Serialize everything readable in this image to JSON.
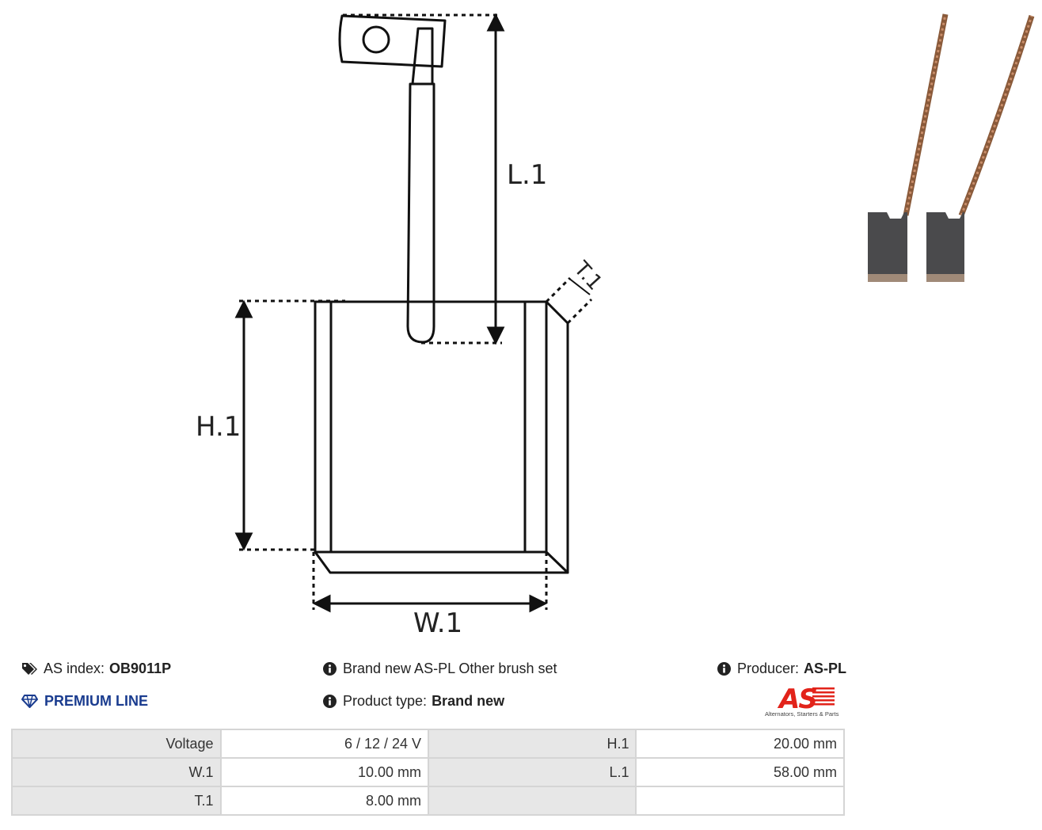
{
  "drawing": {
    "labels": {
      "length": "L.1",
      "height": "H.1",
      "width": "W.1",
      "thickness": "T.1"
    }
  },
  "info": {
    "as_index_label": "AS index:",
    "as_index_value": "OB9011P",
    "premium_line": "PREMIUM LINE",
    "description": "Brand new AS-PL Other brush set",
    "product_type_label": "Product type:",
    "product_type_value": "Brand new",
    "producer_label": "Producer:",
    "producer_value": "AS-PL"
  },
  "logo": {
    "text": "AS",
    "tagline": "Alternators, Starters & Parts",
    "color": "#e2231a"
  },
  "specs": [
    {
      "k1": "Voltage",
      "v1": "6 / 12 / 24 V",
      "k2": "H.1",
      "v2": "20.00 mm"
    },
    {
      "k1": "W.1",
      "v1": "10.00 mm",
      "k2": "L.1",
      "v2": "58.00 mm"
    },
    {
      "k1": "T.1",
      "v1": "8.00 mm",
      "k2": "",
      "v2": ""
    }
  ],
  "icons": [
    "tags-icon",
    "diamond-icon",
    "info-icon"
  ],
  "colors": {
    "premium": "#1a3c8f",
    "table_key_bg": "#e7e7e7",
    "table_border": "#d5d5d5"
  }
}
